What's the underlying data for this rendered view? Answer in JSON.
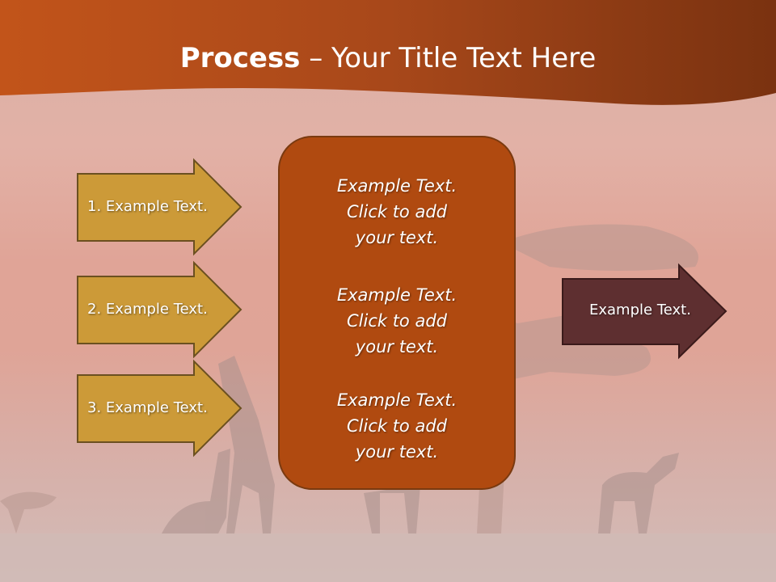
{
  "title": {
    "bold": "Process",
    "rest": " – Your Title Text Here"
  },
  "left_arrows": [
    {
      "label": "1. Example Text."
    },
    {
      "label": "2. Example Text."
    },
    {
      "label": "3. Example Text."
    }
  ],
  "center_blocks": [
    {
      "line1": "Example Text.",
      "line2": "Click  to add",
      "line3": "your text."
    },
    {
      "line1": "Example Text.",
      "line2": "Click  to add",
      "line3": "your text."
    },
    {
      "line1": "Example Text.",
      "line2": "Click  to add",
      "line3": "your text."
    }
  ],
  "right_arrow": {
    "label": "Example Text."
  },
  "colors": {
    "header": "#a5461a",
    "left_arrow": "#cc9a38",
    "center_box": "#b04a10",
    "right_arrow": "#5e2f30"
  }
}
